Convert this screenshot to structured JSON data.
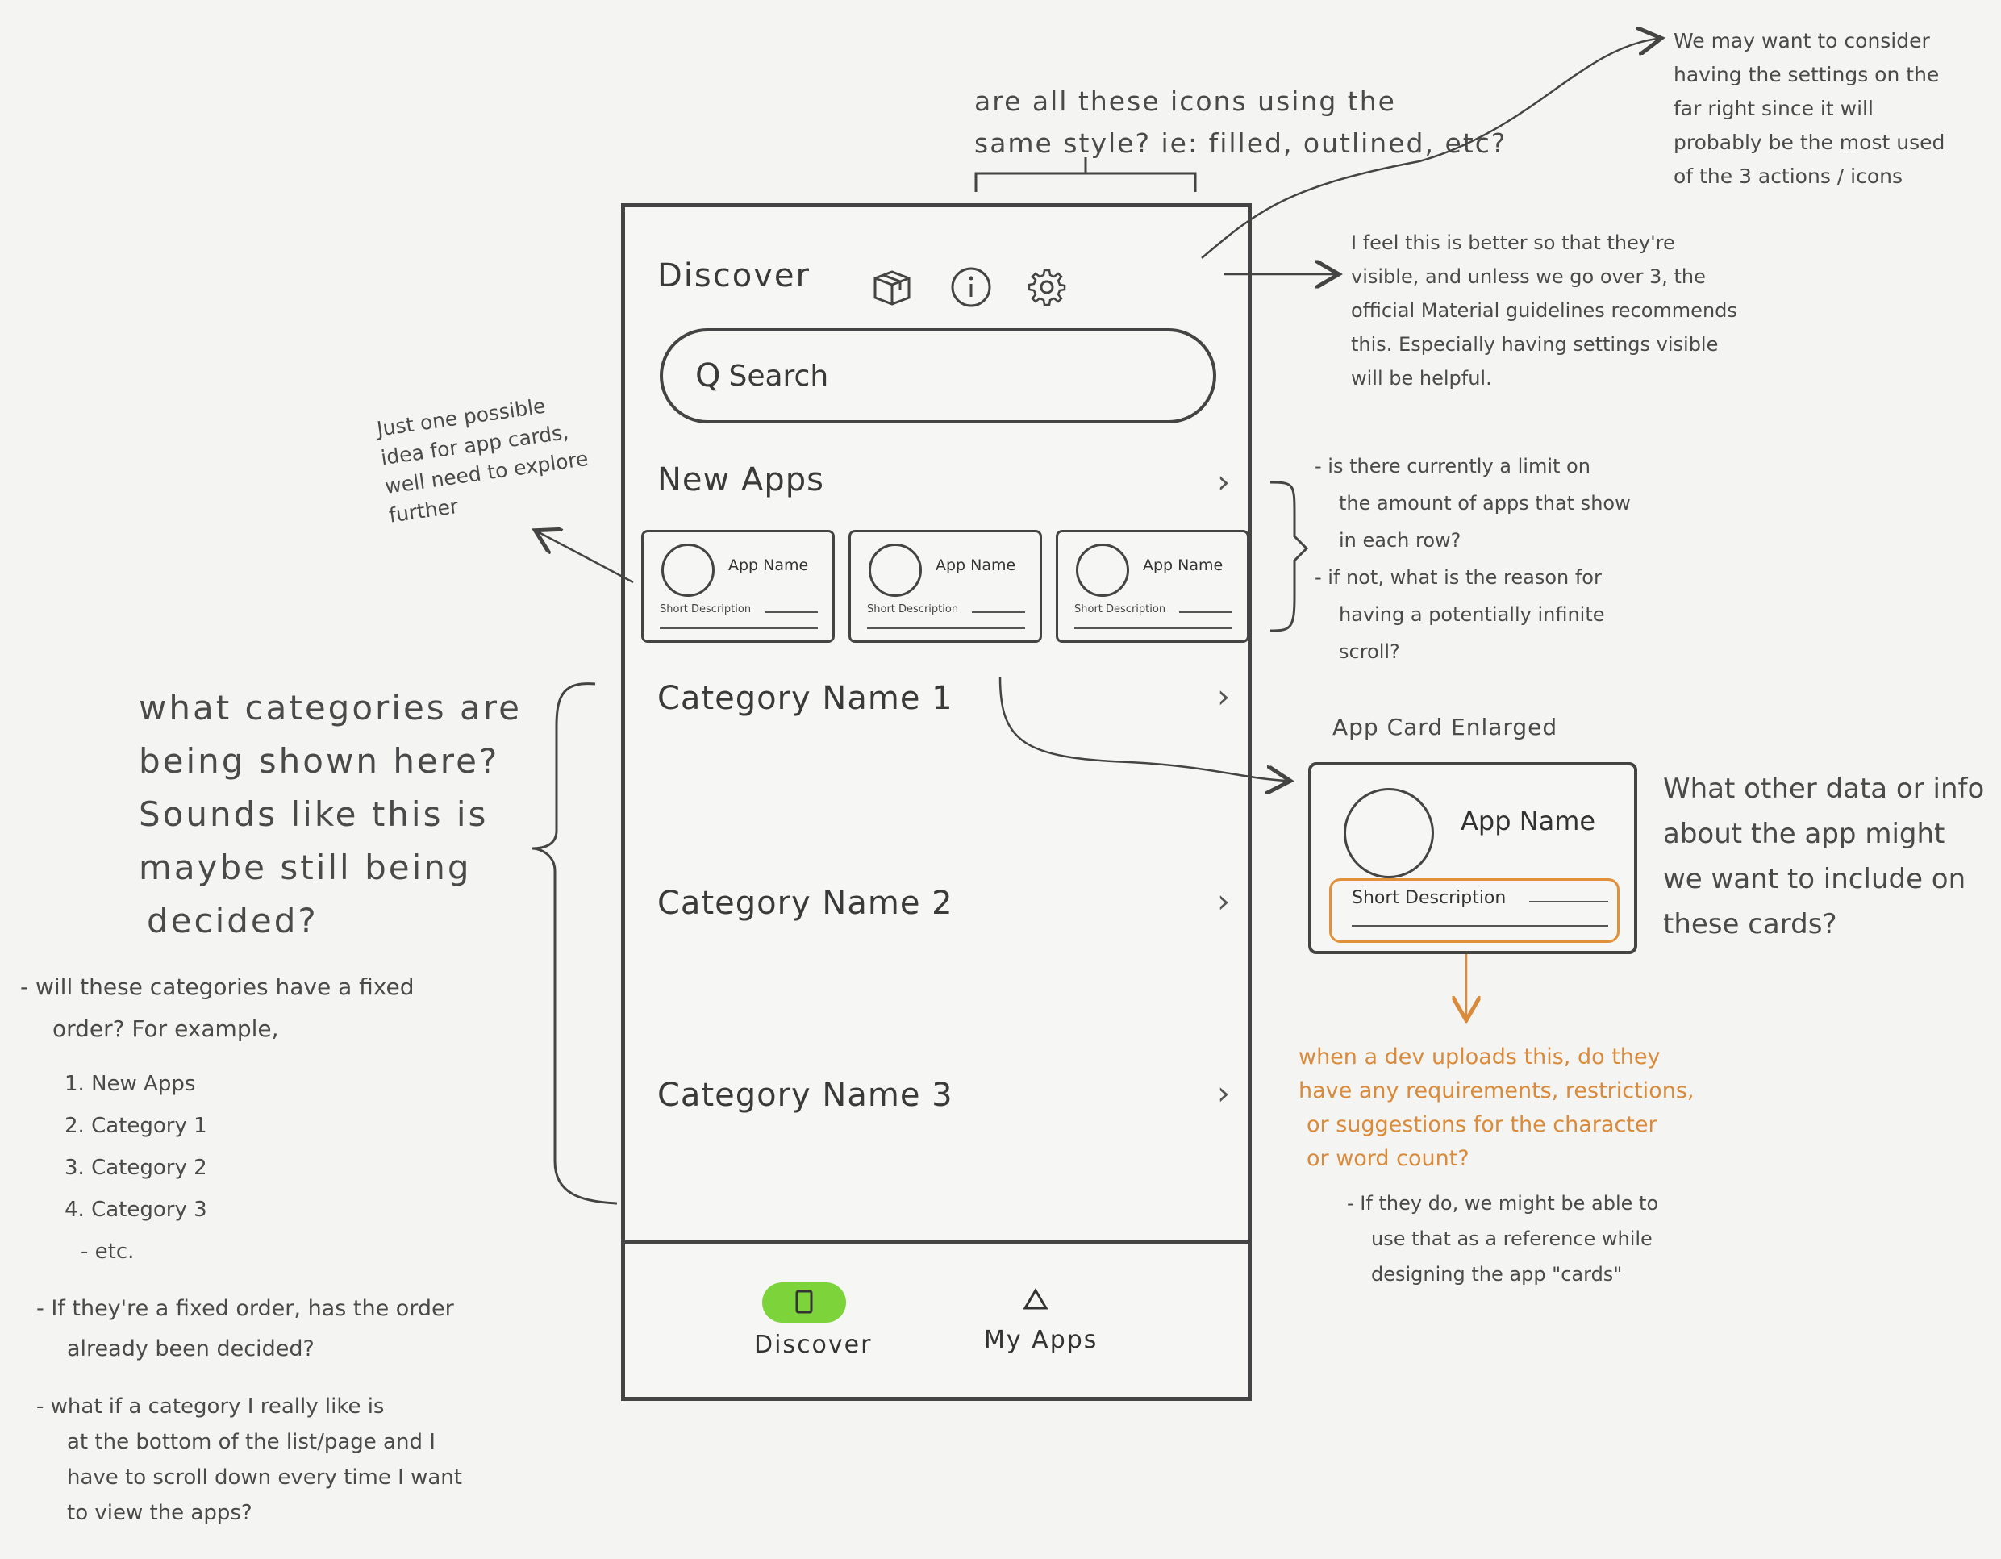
{
  "phone": {
    "header": {
      "title": "Discover"
    },
    "search": {
      "label": "Search"
    },
    "sections": [
      {
        "title": "New Apps"
      },
      {
        "title": "Category Name 1"
      },
      {
        "title": "Category Name 2"
      },
      {
        "title": "Category Name 3"
      }
    ],
    "app_cards": [
      {
        "name": "App Name",
        "description": "Short Description"
      },
      {
        "name": "App Name",
        "description": "Short Description"
      },
      {
        "name": "App Name",
        "description": "Short Description"
      }
    ],
    "icons": [
      "package-icon",
      "info-icon",
      "gear-icon"
    ],
    "bottom_nav": {
      "items": [
        {
          "label": "Discover",
          "icon": "square-icon",
          "active": true
        },
        {
          "label": "My Apps",
          "icon": "triangle-icon",
          "active": false
        }
      ],
      "active_color": "#7dd33a"
    }
  },
  "enlarged_card": {
    "heading": "App Card Enlarged",
    "name": "App Name",
    "description": "Short Description",
    "highlight_color": "#e0913a"
  },
  "notes": {
    "icons_style": [
      "are all these icons using the",
      "same style? ie: filled, outlined, etc?"
    ],
    "settings_position": [
      "We may want to consider",
      "having the settings on the",
      "far right since it will",
      "probably be the most used",
      "of the 3 actions / icons"
    ],
    "visible_icons": [
      "I feel this is better so that they're",
      "visible, and unless we go over 3, the",
      "official Material guidelines recommends",
      "this. Especially having settings visible",
      "will be helpful."
    ],
    "app_cards_idea": [
      "Just one possible",
      "idea for app cards,",
      "well need to explore",
      "further"
    ],
    "row_limit": [
      "- is there currently a limit on",
      "the amount of apps that show",
      "in each row?",
      "- if not, what is the reason for",
      "having a potentially infinite",
      "scroll?"
    ],
    "other_data": [
      "What other data or info",
      "about the app might",
      "we want to include on",
      "these cards?"
    ],
    "categories": [
      "what categories are",
      "being shown here?",
      "Sounds like this is",
      "maybe still being",
      "decided?"
    ],
    "fixed_order": [
      "- will these categories have a fixed",
      "order? For example,"
    ],
    "order_list": [
      "1. New Apps",
      "2. Category 1",
      "3. Category 2",
      "4. Category 3",
      "- etc."
    ],
    "order_decided": [
      "- If they're a fixed order, has the order",
      "already been decided?"
    ],
    "favorite_category": [
      "- what if a category I really like is",
      "at the bottom of the list/page and I",
      "have to scroll down every time I want",
      "to view the apps?"
    ],
    "dev_upload": [
      "when a dev uploads this, do they",
      "have any requirements, restrictions,",
      "or suggestions for the character",
      "or word count?"
    ],
    "reference": [
      "- If they do, we might be able to",
      "use that as a reference while",
      "designing the app \"cards\""
    ]
  }
}
